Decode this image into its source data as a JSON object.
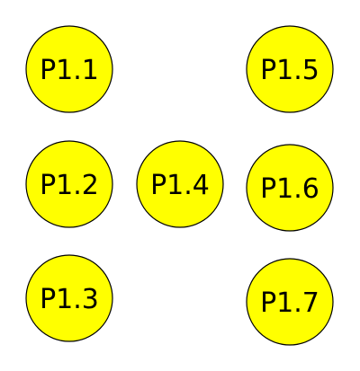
{
  "diagram": {
    "node_fill": "#ffff00",
    "node_stroke": "#000000",
    "nodes": [
      {
        "label": "P1.1"
      },
      {
        "label": "P1.2"
      },
      {
        "label": "P1.3"
      },
      {
        "label": "P1.4"
      },
      {
        "label": "P1.5"
      },
      {
        "label": "P1.6"
      },
      {
        "label": "P1.7"
      }
    ]
  }
}
